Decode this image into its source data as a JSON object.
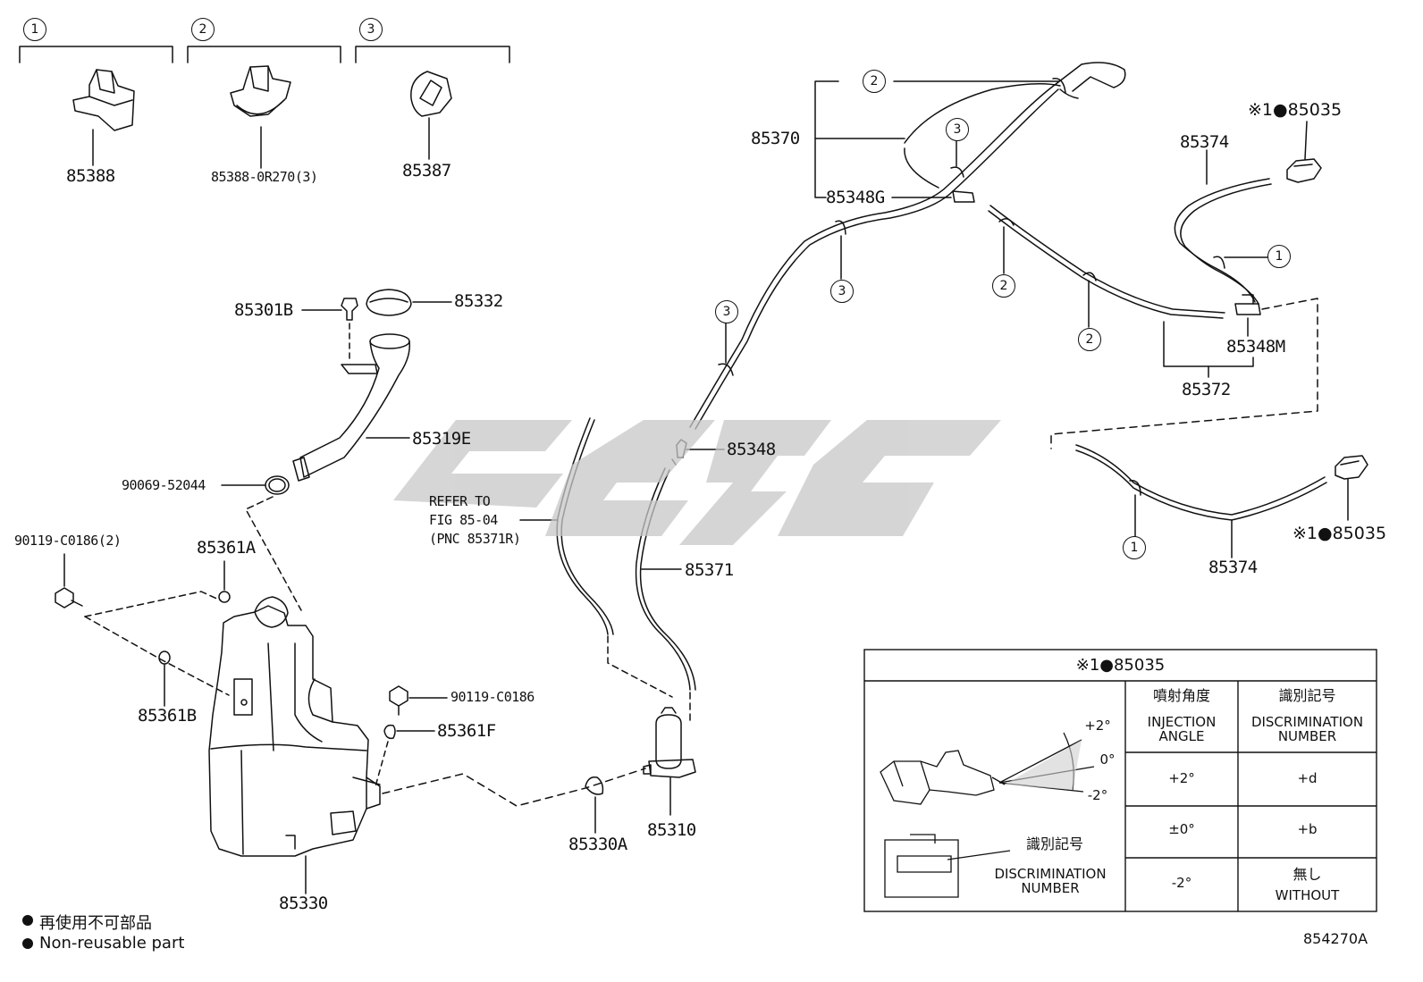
{
  "group_refs": {
    "g1": "1",
    "g2": "2",
    "g3": "3"
  },
  "labels": {
    "p85388": "85388",
    "p85388_or": "85388-0R270(3)",
    "p85387": "85387",
    "p85301b": "85301B",
    "p85332": "85332",
    "p85319e": "85319E",
    "p90069": "90069-52044",
    "p90119_2": "90119-C0186(2)",
    "p85361a": "85361A",
    "p85361b": "85361B",
    "p90119": "90119-C0186",
    "p85361f": "85361F",
    "p85330": "85330",
    "p85330a": "85330A",
    "p85310": "85310",
    "p85371": "85371",
    "p85348": "85348",
    "refer1": "REFER TO",
    "refer2": "FIG 85-04",
    "refer3": "(PNC 85371R)",
    "p85370": "85370",
    "p85348g": "85348G",
    "p85374_top": "85374",
    "p85035_top": "※1●85035",
    "p85348m": "85348M",
    "p85372": "85372",
    "p85374_bot": "85374",
    "p85035_bot": "※1●85035"
  },
  "callouts": {
    "c_2_top": "2",
    "c_3_a": "3",
    "c_3_b": "3",
    "c_3_c": "3",
    "c_2_b": "2",
    "c_2_c": "2",
    "c_1_top": "1",
    "c_1_bot": "1"
  },
  "table": {
    "title": "※1●85035",
    "col1_jp": "噴射角度",
    "col1_en1": "INJECTION",
    "col1_en2": "ANGLE",
    "col2_jp": "識別記号",
    "col2_en1": "DISCRIMINATION",
    "col2_en2": "NUMBER",
    "rows": [
      {
        "angle": "+2°",
        "code": "+d"
      },
      {
        "angle": "±0°",
        "code": "+b"
      },
      {
        "angle": "-2°",
        "code_jp": "無し",
        "code": "WITHOUT"
      }
    ],
    "angle_plus": "+2°",
    "angle_zero": "0°",
    "angle_minus": "-2°",
    "disc_jp": "識別記号",
    "disc_en1": "DISCRIMINATION",
    "disc_en2": "NUMBER"
  },
  "legend": {
    "jp": "再使用不可部品",
    "en": "Non-reusable part"
  },
  "figure_code": "854270A",
  "watermark": "#c8c8c8"
}
